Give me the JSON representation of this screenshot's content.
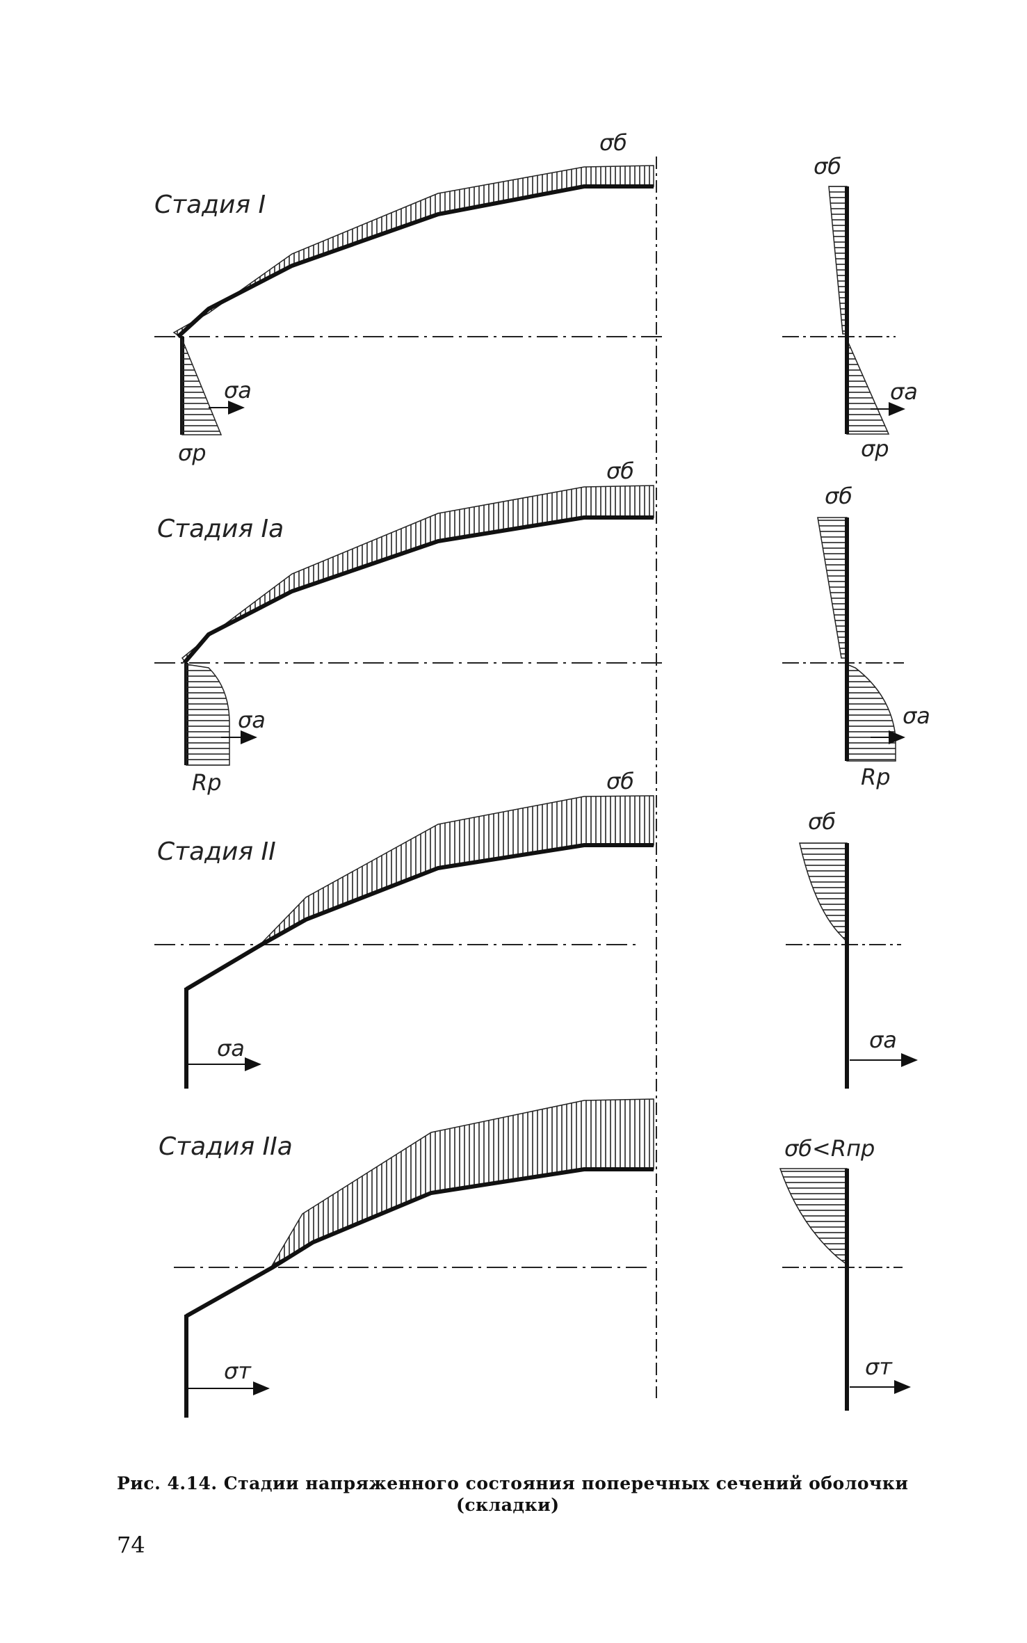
{
  "figure": {
    "stages": [
      {
        "id": "s1",
        "title": "Стадия I",
        "top_label": "σб",
        "bottom_label": "σр",
        "arrow_label": "σа",
        "right_top_label": "σб",
        "right_arrow_label": "σа",
        "right_bottom_label": "σр"
      },
      {
        "id": "s2",
        "title": "Стадия Iа",
        "top_label": "σб",
        "bottom_label": "Rр",
        "arrow_label": "σа",
        "right_top_label": "σб",
        "right_arrow_label": "σа",
        "right_bottom_label": "Rр"
      },
      {
        "id": "s3",
        "title": "Стадия II",
        "top_label": "σб",
        "arrow_label": "σа",
        "right_top_label": "σб",
        "right_arrow_label": "σа"
      },
      {
        "id": "s4",
        "title": "Стадия IIа",
        "arrow_label": "σт",
        "right_top_label": "σб<Rпр",
        "right_arrow_label": "σт"
      }
    ]
  },
  "caption": {
    "line1": "Рис. 4.14. Стадии напряженного состояния поперечных сечений оболочки",
    "line2": "(складки)"
  },
  "page_number": "74"
}
